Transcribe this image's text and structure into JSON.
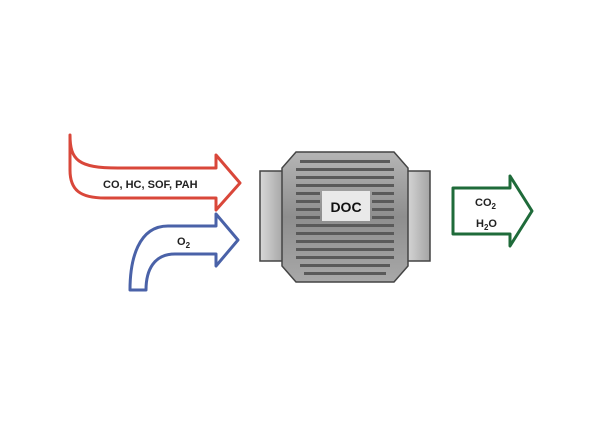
{
  "inputs": {
    "exhaust_label": "CO, HC, SOF, PAH",
    "oxygen_label": "O",
    "oxygen_sub": "2"
  },
  "catalyst": {
    "label": "DOC"
  },
  "output": {
    "line1_main": "CO",
    "line1_sub": "2",
    "line2_pre": "H",
    "line2_sub": "2",
    "line2_post": "O"
  },
  "colors": {
    "exhaust_arrow": "#d9473a",
    "oxygen_arrow": "#4a62a8",
    "output_arrow": "#1f6b3a",
    "catalyst_body": "#8f8f8f",
    "catalyst_stripe": "#5a5a5a"
  }
}
